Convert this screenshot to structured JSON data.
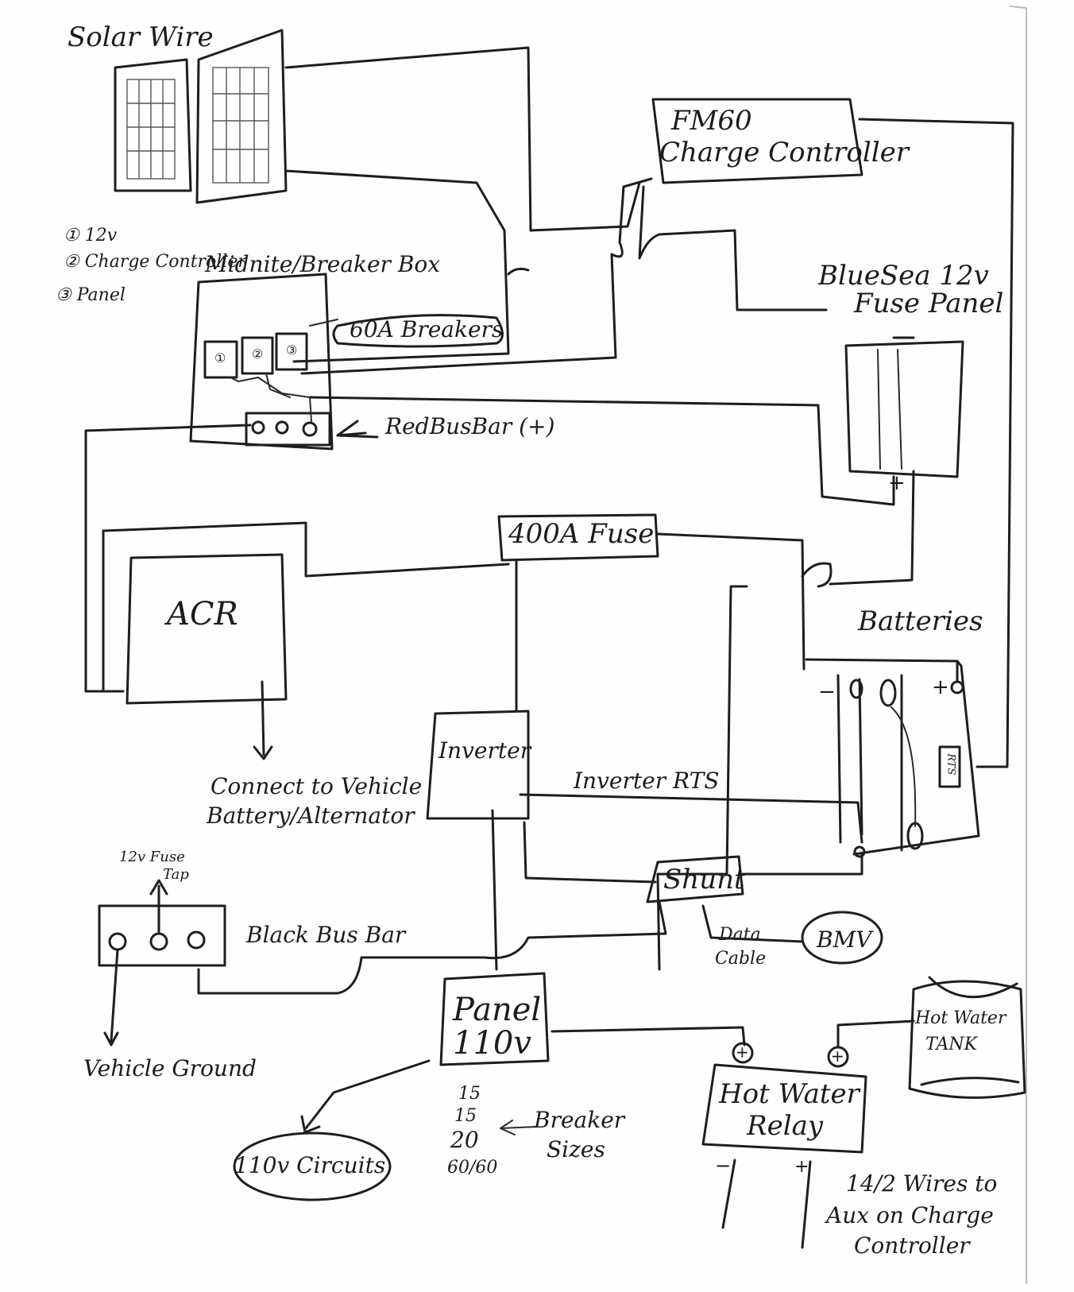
{
  "title": "Solar Wire",
  "legend": {
    "item1": "① 12v",
    "item2": "② Charge Controller",
    "item3": "③ Panel"
  },
  "components": {
    "breaker_box": "Midnite/Breaker Box",
    "breakers": "60A Breakers",
    "breaker_numbers": [
      "①",
      "②",
      "③"
    ],
    "red_bus_bar": "RedBusBar (+)",
    "charge_controller_line1": "FM60",
    "charge_controller_line2": "Charge Controller",
    "fuse_panel_line1": "BlueSea 12v",
    "fuse_panel_line2": "Fuse Panel",
    "fuse_panel_minus": "−",
    "fuse_panel_plus": "+",
    "main_fuse": "400A Fuse",
    "acr": "ACR",
    "acr_note_line1": "Connect to Vehicle",
    "acr_note_line2": "Battery/Alternator",
    "batteries": "Batteries",
    "battery_minus": "−",
    "battery_plus": "+",
    "rts": "RTS",
    "inverter": "Inverter",
    "inverter_rts": "Inverter RTS",
    "shunt": "Shunt",
    "data_cable_line1": "Data",
    "data_cable_line2": "Cable",
    "bmv": "BMV",
    "black_bus_bar": "Black Bus Bar",
    "fuse_tap_line1": "12v Fuse",
    "fuse_tap_line2": "Tap",
    "vehicle_ground": "Vehicle Ground",
    "panel_line1": "Panel",
    "panel_line2": "110v",
    "breaker_sizes": [
      "15",
      "15",
      "20",
      "60/60"
    ],
    "breaker_sizes_label_line1": "Breaker",
    "breaker_sizes_label_line2": "Sizes",
    "circuits": "110v Circuits",
    "hot_water_relay_line1": "Hot Water",
    "hot_water_relay_line2": "Relay",
    "relay_minus": "−",
    "relay_plus": "+",
    "hot_water_tank_line1": "Hot Water",
    "hot_water_tank_line2": "TANK",
    "aux_note_line1": "14/2 Wires to",
    "aux_note_line2": "Aux on Charge",
    "aux_note_line3": "Controller"
  }
}
